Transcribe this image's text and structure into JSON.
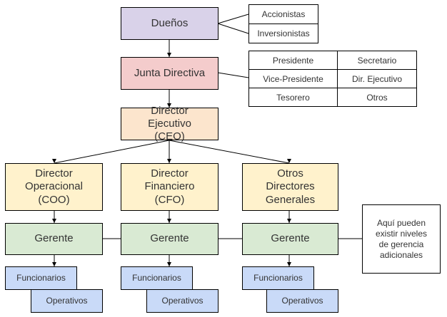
{
  "owners": {
    "label": "Dueños",
    "members": [
      "Accionistas",
      "Inversionistas"
    ]
  },
  "board": {
    "label": "Junta Directiva",
    "roles": [
      [
        "Presidente",
        "Secretario"
      ],
      [
        "Vice-Presidente",
        "Dir. Ejecutivo"
      ],
      [
        "Tesorero",
        "Otros"
      ]
    ]
  },
  "ceo": {
    "label": "Director Ejecutivo (CEO)"
  },
  "directors": [
    {
      "label": "Director Operacional (COO)"
    },
    {
      "label": "Director Financiero (CFO)"
    },
    {
      "label": "Otros Directores Generales"
    }
  ],
  "managers": [
    {
      "label": "Gerente"
    },
    {
      "label": "Gerente"
    },
    {
      "label": "Gerente"
    }
  ],
  "staff": [
    {
      "officials": "Funcionarios",
      "operatives": "Operativos"
    },
    {
      "officials": "Funcionarios",
      "operatives": "Operativos"
    },
    {
      "officials": "Funcionarios",
      "operatives": "Operativos"
    }
  ],
  "note": {
    "label": "Aquí pueden existir niveles de gerencia adicionales"
  },
  "colors": {
    "owners": "#d9d2e9",
    "board": "#f4cccc",
    "ceo": "#fce5cd",
    "directors": "#fff2cc",
    "managers": "#d9ead3",
    "staff": "#c9daf8"
  }
}
